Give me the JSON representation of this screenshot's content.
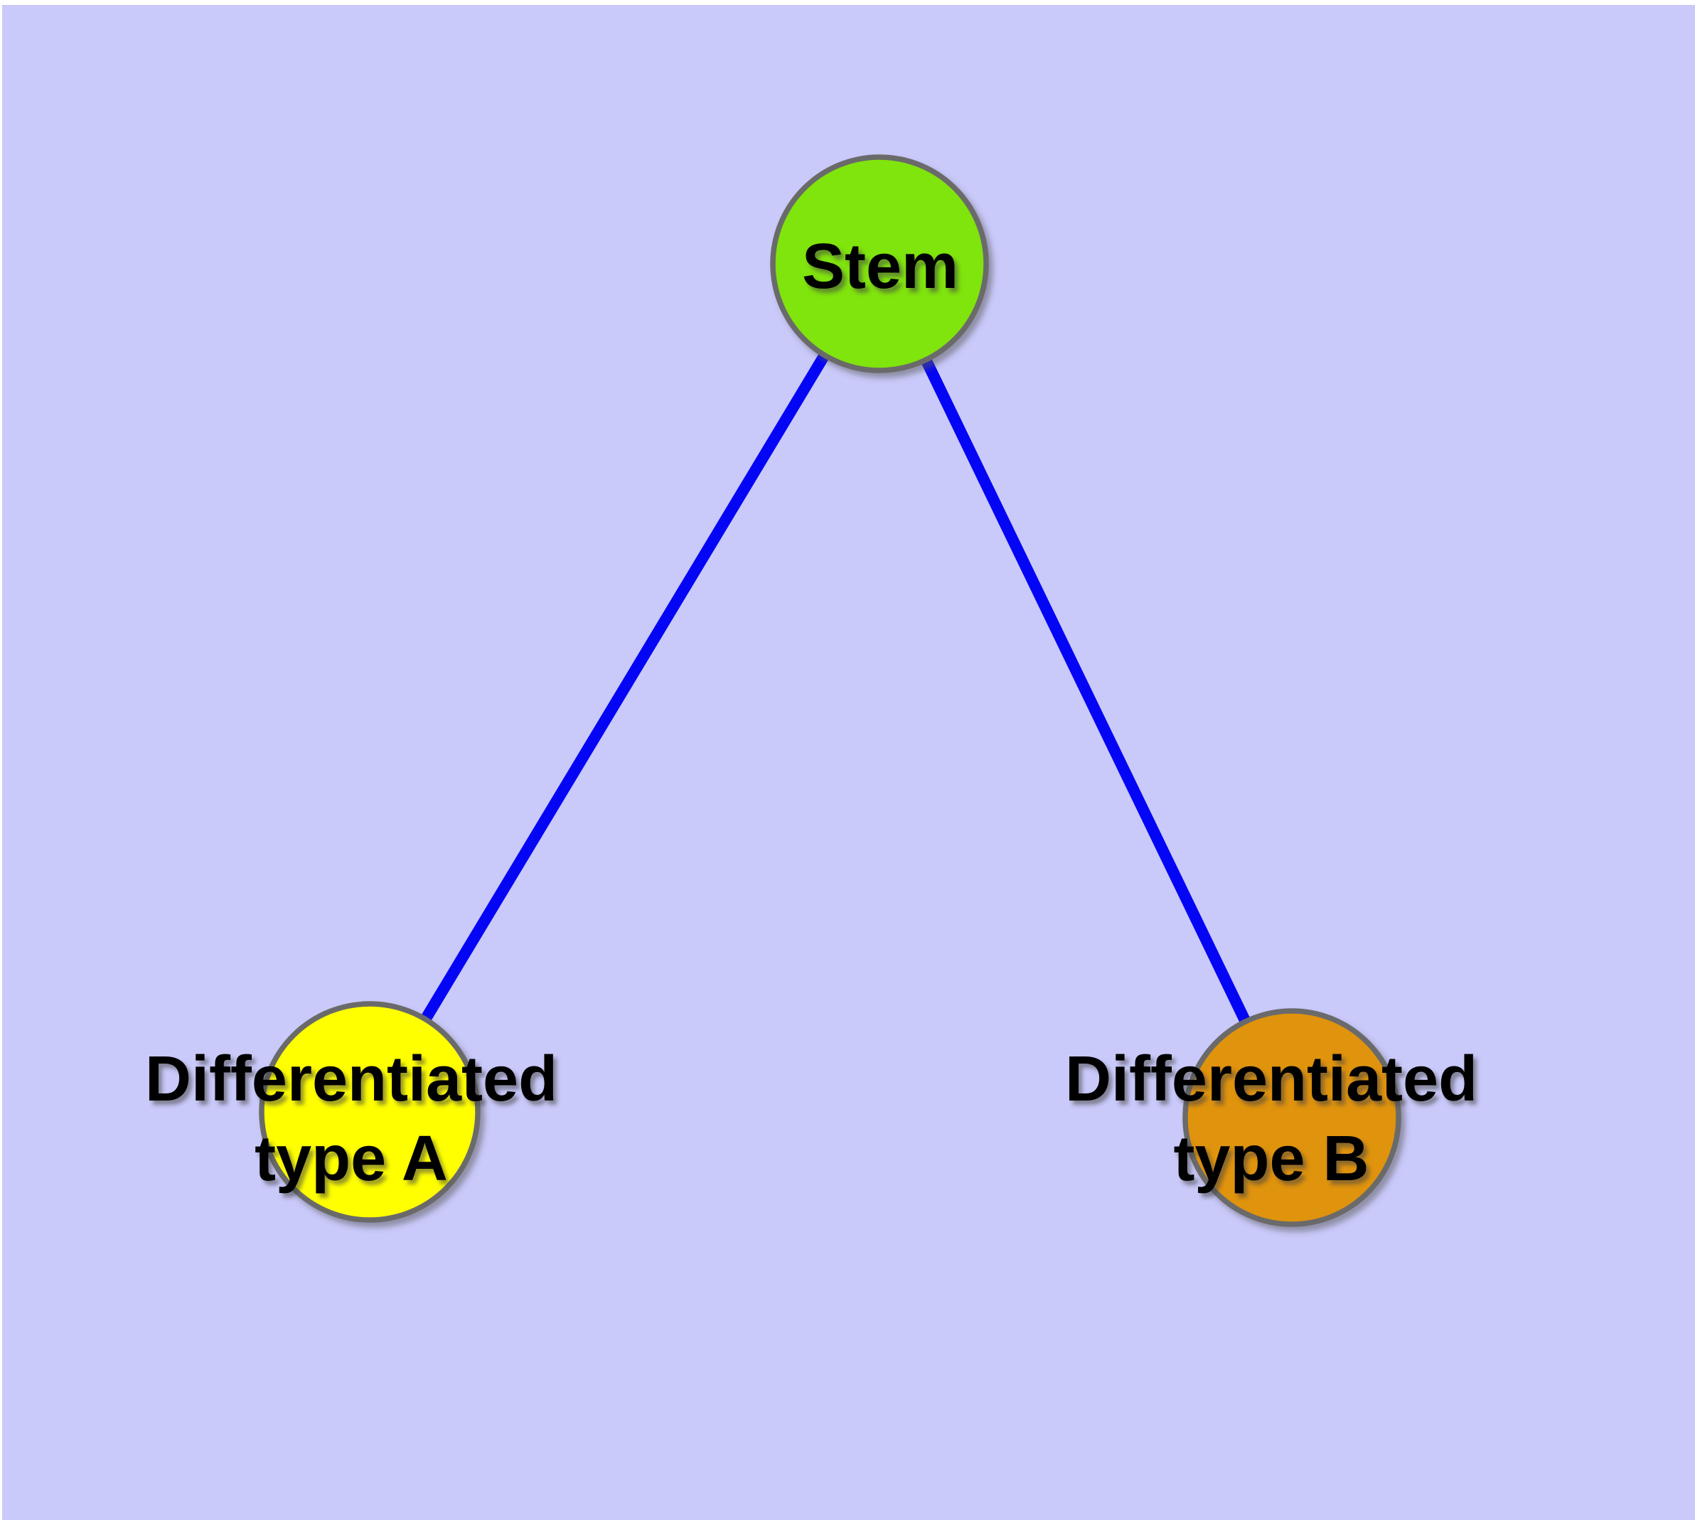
{
  "diagram": {
    "background_color": "#c9c9fa",
    "node_border_color": "#6b6b6b",
    "label_text_color": "#000000",
    "nodes": [
      {
        "id": "stem",
        "label": "Stem",
        "color": "#80e408"
      },
      {
        "id": "type-a",
        "label": "Differentiated\ntype A",
        "color": "#ffff00"
      },
      {
        "id": "type-b",
        "label": "Differentiated\ntype B",
        "color": "#e0930f"
      }
    ],
    "edges": [
      {
        "from": "stem",
        "to": "type-a",
        "color": "#0505f5"
      },
      {
        "from": "stem",
        "to": "type-b",
        "color": "#0505f5"
      }
    ]
  }
}
